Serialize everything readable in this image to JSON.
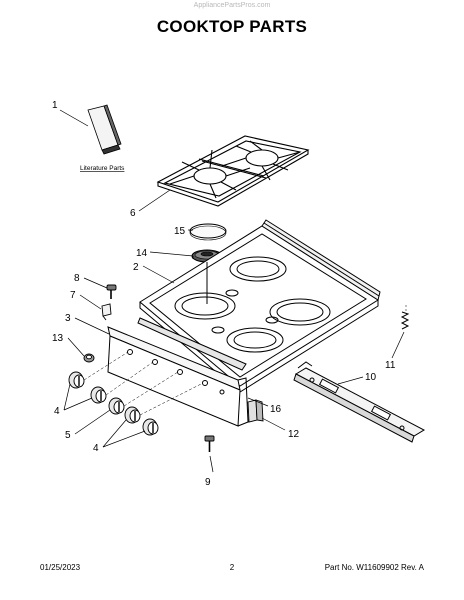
{
  "header": {
    "watermark": "AppliancePartsPros.com",
    "title": "COOKTOP PARTS"
  },
  "callouts": {
    "c1": "1",
    "c2": "2",
    "c3": "3",
    "c4a": "4",
    "c4b": "4",
    "c5": "5",
    "c6": "6",
    "c7": "7",
    "c8": "8",
    "c9": "9",
    "c10": "10",
    "c11": "11",
    "c12": "12",
    "c13": "13",
    "c14": "14",
    "c15": "15",
    "c16": "16"
  },
  "literature_label": "Literature Parts",
  "footer": {
    "date": "01/25/2023",
    "page": "2",
    "part": "Part No. W11609902  Rev. A"
  }
}
